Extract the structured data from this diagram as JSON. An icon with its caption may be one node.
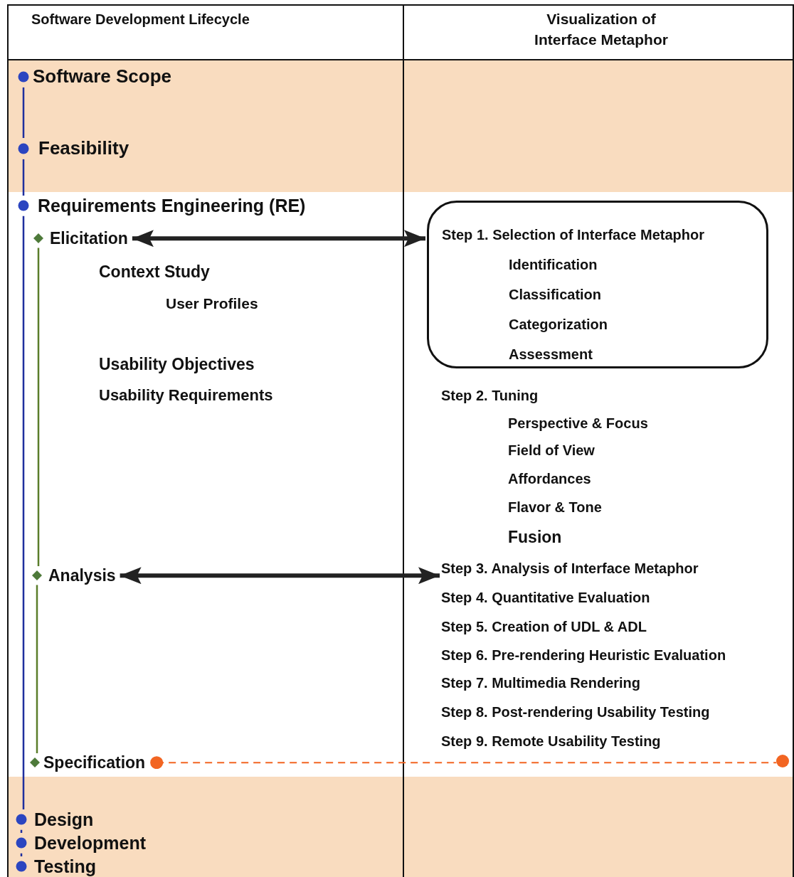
{
  "diagram": {
    "nodes": [
      {
        "text": [
          "Software Scope"
        ]
      },
      {
        "text": [
          "Feasibility"
        ]
      },
      {
        "text": [
          "Requirements Engineering (RE)"
        ]
      },
      {
        "text": [
          "Elicitation"
        ]
      },
      {
        "text": [
          "Analysis"
        ]
      },
      {
        "text": [
          "Specification"
        ]
      },
      {
        "text": [
          "Design"
        ]
      },
      {
        "text": [
          "Development"
        ]
      },
      {
        "text": [
          "Testing"
        ]
      },
      {
        "text": [
          "Step 1. Selection of Interface Metaphor",
          "Identification",
          "Classification",
          "Categorization",
          "Assessment"
        ]
      },
      {
        "text": [
          "Step 3. Analysis of Interface Metaphor"
        ]
      },
      {
        "text": [],
        "shape": "circle"
      }
    ],
    "edges": [
      {
        "from": 0,
        "to": 1,
        "arrow": "none",
        "color": "#1f2f9e"
      },
      {
        "from": 1,
        "to": 2,
        "arrow": "none",
        "color": "#1f2f9e"
      },
      {
        "from": 2,
        "to": 6,
        "arrow": "none",
        "color": "#1f2f9e"
      },
      {
        "from": 6,
        "to": 7,
        "arrow": "none",
        "color": "#1f2f9e"
      },
      {
        "from": 7,
        "to": 8,
        "arrow": "none",
        "color": "#1f2f9e"
      },
      {
        "from": 3,
        "to": 4,
        "arrow": "none",
        "color": "#5a7d2a"
      },
      {
        "from": 4,
        "to": 5,
        "arrow": "none",
        "color": "#5a7d2a"
      },
      {
        "from": 3,
        "to": 9,
        "arrow": "both",
        "style": "thick",
        "color": "#222222"
      },
      {
        "from": 4,
        "to": 10,
        "arrow": "both",
        "style": "thick",
        "color": "#222222"
      },
      {
        "from": 5,
        "to": 11,
        "arrow": "other",
        "style": "dashed",
        "color": "#f26522"
      }
    ],
    "labels": [
      "Software Development Lifecycle",
      "Visualization of Interface Metaphor",
      "Context Study",
      "User Profiles",
      "Usability Objectives",
      "Usability Requirements",
      "Step 2. Tuning",
      "Perspective & Focus",
      "Field of View",
      "Affordances",
      "Flavor & Tone",
      "Fusion",
      "Step 4. Quantitative Evaluation",
      "Step 5. Creation of UDL & ADL",
      "Step 6. Pre-rendering Heuristic Evaluation",
      "Step 7. Multimedia Rendering",
      "Step 8. Post-rendering Usability Testing",
      "Step 9. Remote Usability Testing"
    ]
  }
}
